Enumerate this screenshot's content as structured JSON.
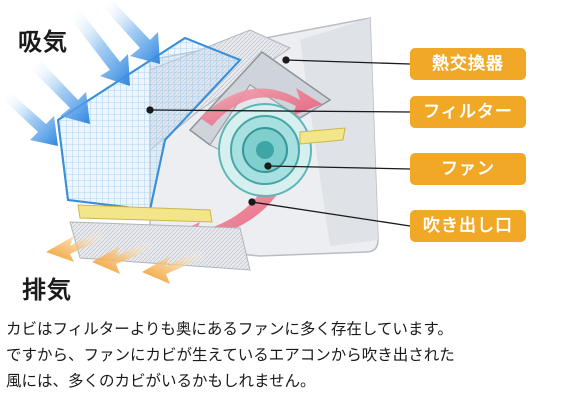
{
  "labels": {
    "intake": "吸気",
    "exhaust": "排気"
  },
  "parts": [
    {
      "label": "熱交換器",
      "color": "#f0a826"
    },
    {
      "label": "フィルター",
      "color": "#f0a826"
    },
    {
      "label": "ファン",
      "color": "#f0a826"
    },
    {
      "label": "吹き出し口",
      "color": "#f0a826"
    }
  ],
  "caption": {
    "line1": "カビはフィルターよりも奥にあるファンに多く存在しています。",
    "line2": "ですから、ファンにカビが生えているエアコンから吹き出された",
    "line3": "風には、多くのカビがいるかもしれません。"
  },
  "colors": {
    "intake_arrow": "#3a8fe0",
    "exhaust_arrow": "#f0a030",
    "airflow": "#e85c78",
    "filter": "#4aa3e0",
    "fan": "#7fd0d0",
    "louver": "#f5e88a",
    "tag_bg": "#f0a826",
    "body": "#e6e8ec"
  }
}
